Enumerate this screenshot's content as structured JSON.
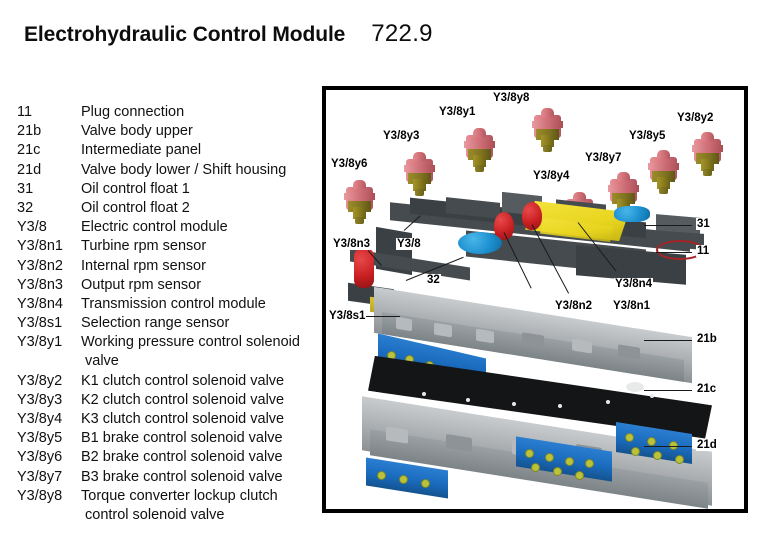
{
  "title": {
    "main": "Electrohydraulic Control Module",
    "number": "722.9"
  },
  "legend": [
    {
      "code": "11",
      "desc": "Plug connection"
    },
    {
      "code": "21b",
      "desc": "Valve body upper"
    },
    {
      "code": "21c",
      "desc": "Intermediate panel"
    },
    {
      "code": "21d",
      "desc": "Valve body lower / Shift housing"
    },
    {
      "code": "31",
      "desc": "Oil control float 1"
    },
    {
      "code": "32",
      "desc": "Oil control float 2"
    },
    {
      "code": "Y3/8",
      "desc": "Electric control module"
    },
    {
      "code": "Y3/8n1",
      "desc": "Turbine rpm sensor"
    },
    {
      "code": "Y3/8n2",
      "desc": "Internal rpm sensor"
    },
    {
      "code": "Y3/8n3",
      "desc": "Output rpm sensor"
    },
    {
      "code": "Y3/8n4",
      "desc": "Transmission control module"
    },
    {
      "code": "Y3/8s1",
      "desc": "Selection range sensor"
    },
    {
      "code": "Y3/8y1",
      "desc": "Working pressure control solenoid"
    },
    {
      "code": "",
      "desc": "valve",
      "continuation": true
    },
    {
      "code": "Y3/8y2",
      "desc": "K1 clutch control solenoid valve"
    },
    {
      "code": "Y3/8y3",
      "desc": "K2 clutch control solenoid valve"
    },
    {
      "code": "Y3/8y4",
      "desc": "K3 clutch control solenoid valve"
    },
    {
      "code": "Y3/8y5",
      "desc": "B1 brake control solenoid valve"
    },
    {
      "code": "Y3/8y6",
      "desc": "B2 brake control solenoid valve"
    },
    {
      "code": "Y3/8y7",
      "desc": "B3 brake control solenoid valve"
    },
    {
      "code": "Y3/8y8",
      "desc": "Torque converter lockup clutch"
    },
    {
      "code": "",
      "desc": "control solenoid valve",
      "continuation": true
    }
  ],
  "diagram": {
    "solenoid_callouts": [
      {
        "label": "Y3/8y6"
      },
      {
        "label": "Y3/8y3"
      },
      {
        "label": "Y3/8y1"
      },
      {
        "label": "Y3/8y8"
      },
      {
        "label": "Y3/8y4"
      },
      {
        "label": "Y3/8y7"
      },
      {
        "label": "Y3/8y5"
      },
      {
        "label": "Y3/8y2"
      }
    ],
    "part_callouts": [
      {
        "label": "Y3/8n3"
      },
      {
        "label": "Y3/8"
      },
      {
        "label": "32"
      },
      {
        "label": "Y3/8s1"
      },
      {
        "label": "Y3/8n2"
      },
      {
        "label": "Y3/8n1"
      },
      {
        "label": "Y3/8n4"
      },
      {
        "label": "31"
      },
      {
        "label": "11"
      },
      {
        "label": "21b"
      },
      {
        "label": "21c"
      },
      {
        "label": "21d"
      }
    ],
    "colors": {
      "solenoid_body": "#d8757d",
      "solenoid_stem": "#8b7d1e",
      "control_module": "#454b4e",
      "tcm_plate": "#e8d520",
      "rpm_sensor": "#c81f22",
      "oil_float": "#1c8fd0",
      "valve_body": "#a9adb0",
      "intermediate_panel": "#131516",
      "connector_strip": "#1a6bbd",
      "contact_pad": "#b9c23a",
      "frame": "#000000"
    }
  }
}
